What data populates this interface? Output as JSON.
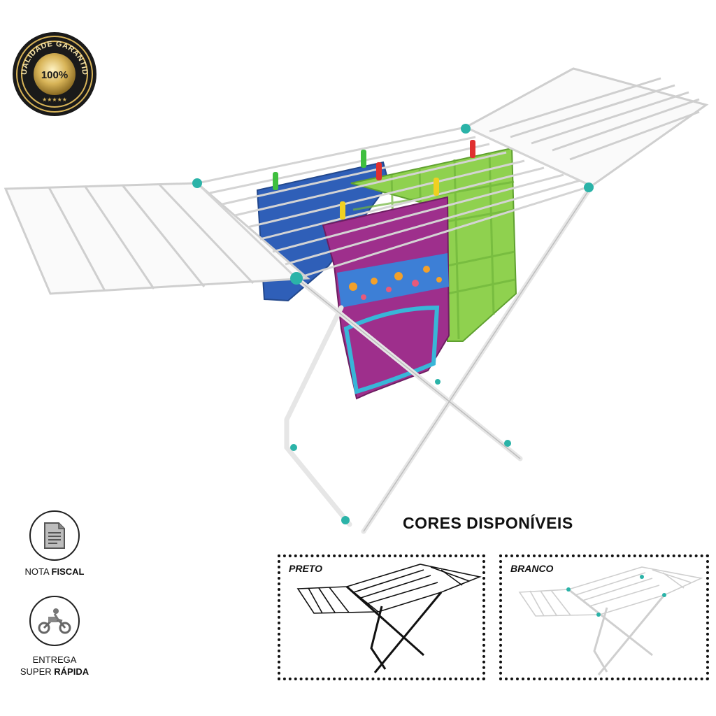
{
  "seal": {
    "ring_text": "QUALIDADE GARANTIDA",
    "center_text": "100%",
    "stars": "★★★★★",
    "colors": {
      "outer": "#1a1a1a",
      "gold": "#d8b458"
    }
  },
  "product": {
    "frame_color": "#f2f2f2",
    "joint_color": "#2bb3a8",
    "clothes_colors": [
      "#2f5fb8",
      "#8fd14f",
      "#9e2f8c"
    ],
    "clip_colors": [
      "#3fbf3f",
      "#e03030",
      "#f0d020"
    ]
  },
  "colors_section": {
    "title": "CORES DISPONÍVEIS",
    "options": [
      {
        "label": "PRETO",
        "frame_color": "#111111"
      },
      {
        "label": "BRANCO",
        "frame_color": "#d9d9d9"
      }
    ]
  },
  "badges": [
    {
      "icon": "invoice-icon",
      "line1_normal": "NOTA ",
      "line1_bold": "FISCAL"
    },
    {
      "icon": "delivery-motorcycle-icon",
      "line1": "ENTREGA",
      "line2_normal": "SUPER ",
      "line2_bold": "RÁPIDA"
    }
  ]
}
